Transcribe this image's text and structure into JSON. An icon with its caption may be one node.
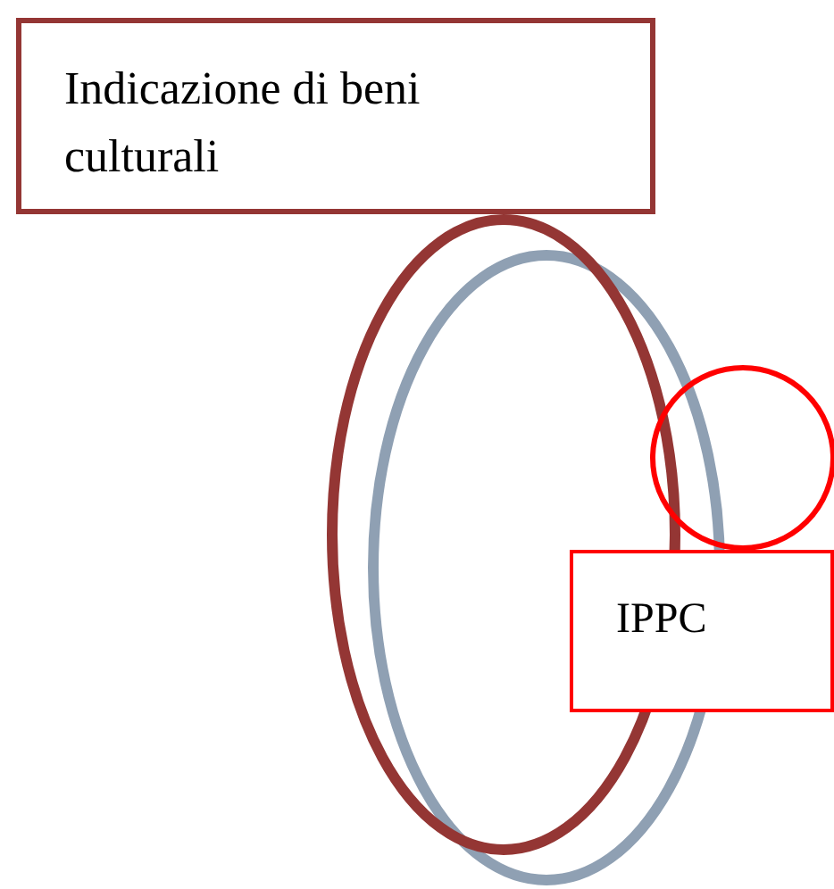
{
  "diagram": {
    "nodes": [
      {
        "text": [
          "Indicazione di beni culturali"
        ]
      },
      {
        "text": [],
        "shape": "ellipse"
      },
      {
        "text": [],
        "shape": "ellipse"
      },
      {
        "text": [],
        "shape": "circle"
      },
      {
        "text": [
          "IPPC"
        ]
      }
    ]
  }
}
